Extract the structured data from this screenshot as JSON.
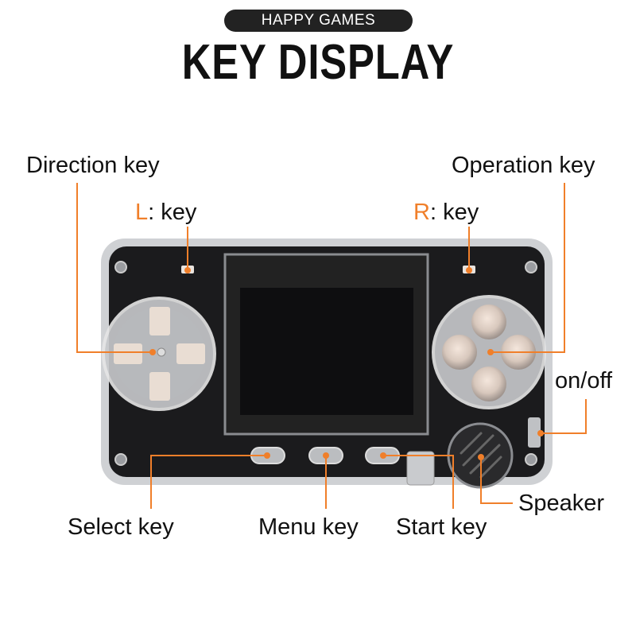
{
  "header": {
    "brand": "HAPPY GAMES",
    "title": "KEY DISPLAY"
  },
  "labels": {
    "direction_key": "Direction key",
    "operation_key": "Operation key",
    "l_key_letter": "L",
    "l_key_suffix": ": key",
    "r_key_letter": "R",
    "r_key_suffix": ": key",
    "on_off": "on/off",
    "select_key": "Select key",
    "menu_key": "Menu key",
    "start_key": "Start key",
    "speaker": "Speaker"
  },
  "colors": {
    "accent": "#f07f2a",
    "body": "#1a1a1c",
    "text": "#111111"
  }
}
